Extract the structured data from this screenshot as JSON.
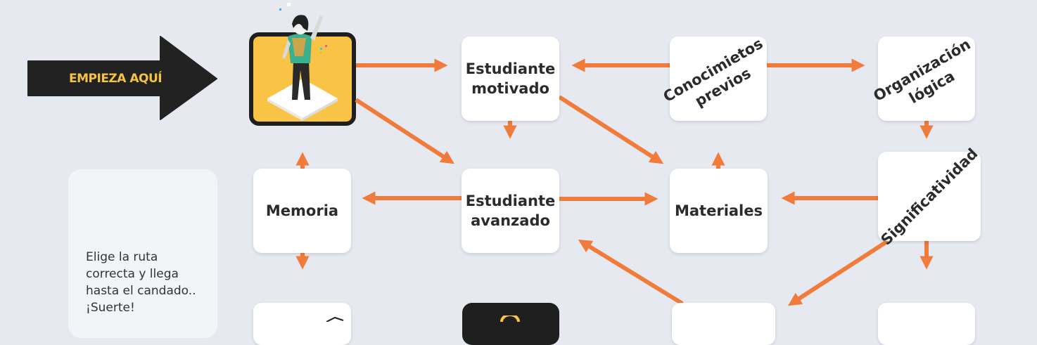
{
  "start": {
    "label": "EMPIEZA AQUÍ"
  },
  "nodes": {
    "motivado": "Estudiante\nmotivado",
    "conocimientos": "Conocimietos\nprevios",
    "organizacion": "Organización\nlógica",
    "memoria": "Memoria",
    "avanzado": "Estudiante\navanzado",
    "materiales": "Materiales",
    "significatividad": "Significatividad"
  },
  "info": {
    "text": "Elige la ruta correcta y llega hasta el candado.. ¡Suerte!"
  },
  "colors": {
    "background": "#e6e9f0",
    "arrow": "#f07b3a",
    "tile": "#f9c445",
    "dark": "#1f1f1f",
    "start_label": "#f5c242"
  }
}
